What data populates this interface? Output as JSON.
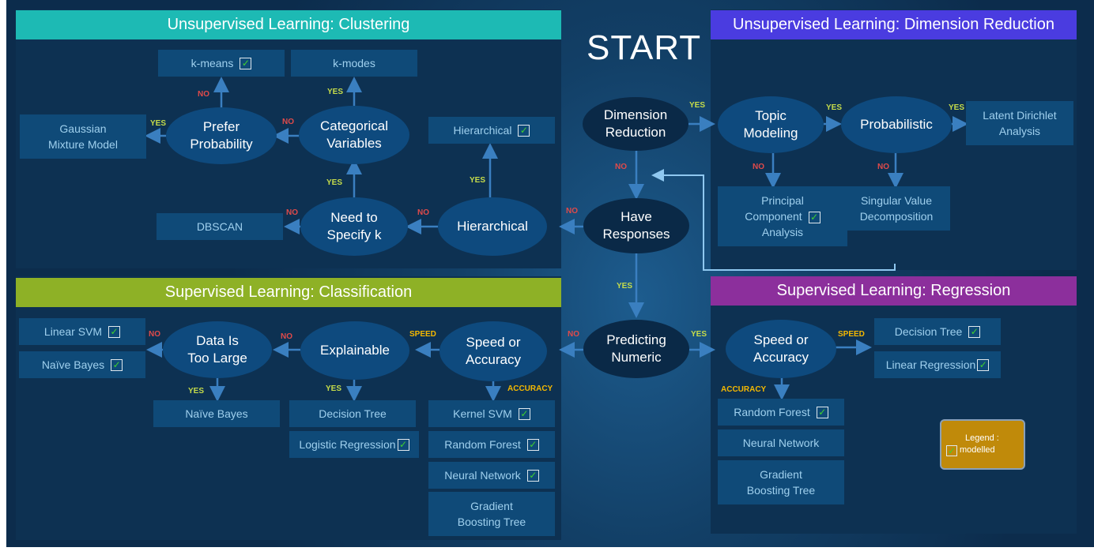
{
  "start": "START",
  "headers": {
    "clustering": "Unsupervised Learning: Clustering",
    "dimension": "Unsupervised Learning: Dimension Reduction",
    "classification": "Supervised Learning: Classification",
    "regression": "Supervised Learning: Regression"
  },
  "nodes": {
    "dimension_reduction": [
      "Dimension",
      "Reduction"
    ],
    "have_responses": [
      "Have",
      "Responses"
    ],
    "predicting_numeric": [
      "Predicting",
      "Numeric"
    ],
    "topic_modeling": [
      "Topic",
      "Modeling"
    ],
    "probabilistic": "Probabilistic",
    "prefer_probability": [
      "Prefer",
      "Probability"
    ],
    "categorical_variables": [
      "Categorical",
      "Variables"
    ],
    "need_specify_k": [
      "Need to",
      "Specify k"
    ],
    "hierarchical": "Hierarchical",
    "data_too_large": [
      "Data Is",
      "Too Large"
    ],
    "explainable": "Explainable",
    "speed_accuracy_cls": [
      "Speed or",
      "Accuracy"
    ],
    "speed_accuracy_reg": [
      "Speed or",
      "Accuracy"
    ]
  },
  "boxes": {
    "kmeans": "k-means",
    "kmodes": "k-modes",
    "gaussian": [
      "Gaussian",
      "Mixture Model"
    ],
    "hierarchical_box": "Hierarchical",
    "dbscan": "DBSCAN",
    "lda": [
      "Latent Dirichlet",
      "Analysis"
    ],
    "pca": [
      "Principal",
      "Component",
      "Analysis"
    ],
    "svd": [
      "Singular Value",
      "Decomposition"
    ],
    "linear_svm": "Linear SVM",
    "naive_bayes_1": "Naïve Bayes",
    "naive_bayes_2": "Naïve Bayes",
    "decision_tree_cls": "Decision Tree",
    "logistic_regression": "Logistic Regression",
    "kernel_svm": "Kernel SVM",
    "random_forest_cls": "Random Forest",
    "neural_network_cls": "Neural Network",
    "gbt_cls": [
      "Gradient",
      "Boosting Tree"
    ],
    "decision_tree_reg": "Decision Tree",
    "linear_regression": "Linear Regression",
    "random_forest_reg": "Random Forest",
    "neural_network_reg": "Neural Network",
    "gbt_reg": [
      "Gradient",
      "Boosting Tree"
    ]
  },
  "labels": {
    "yes": "YES",
    "no": "NO",
    "speed": "SPEED",
    "accuracy": "ACCURACY"
  },
  "legend": {
    "title": "Legend :",
    "item": "modelled"
  },
  "check_mark": "✓",
  "colors": {
    "clustering": "#1dbab4",
    "dimension": "#4a3ce0",
    "classification": "#8eb126",
    "regression": "#8c2f9c",
    "yes": "#c6dc4a",
    "no": "#e04a4a",
    "speed": "#f5b800",
    "legend": "#c08a0a"
  }
}
